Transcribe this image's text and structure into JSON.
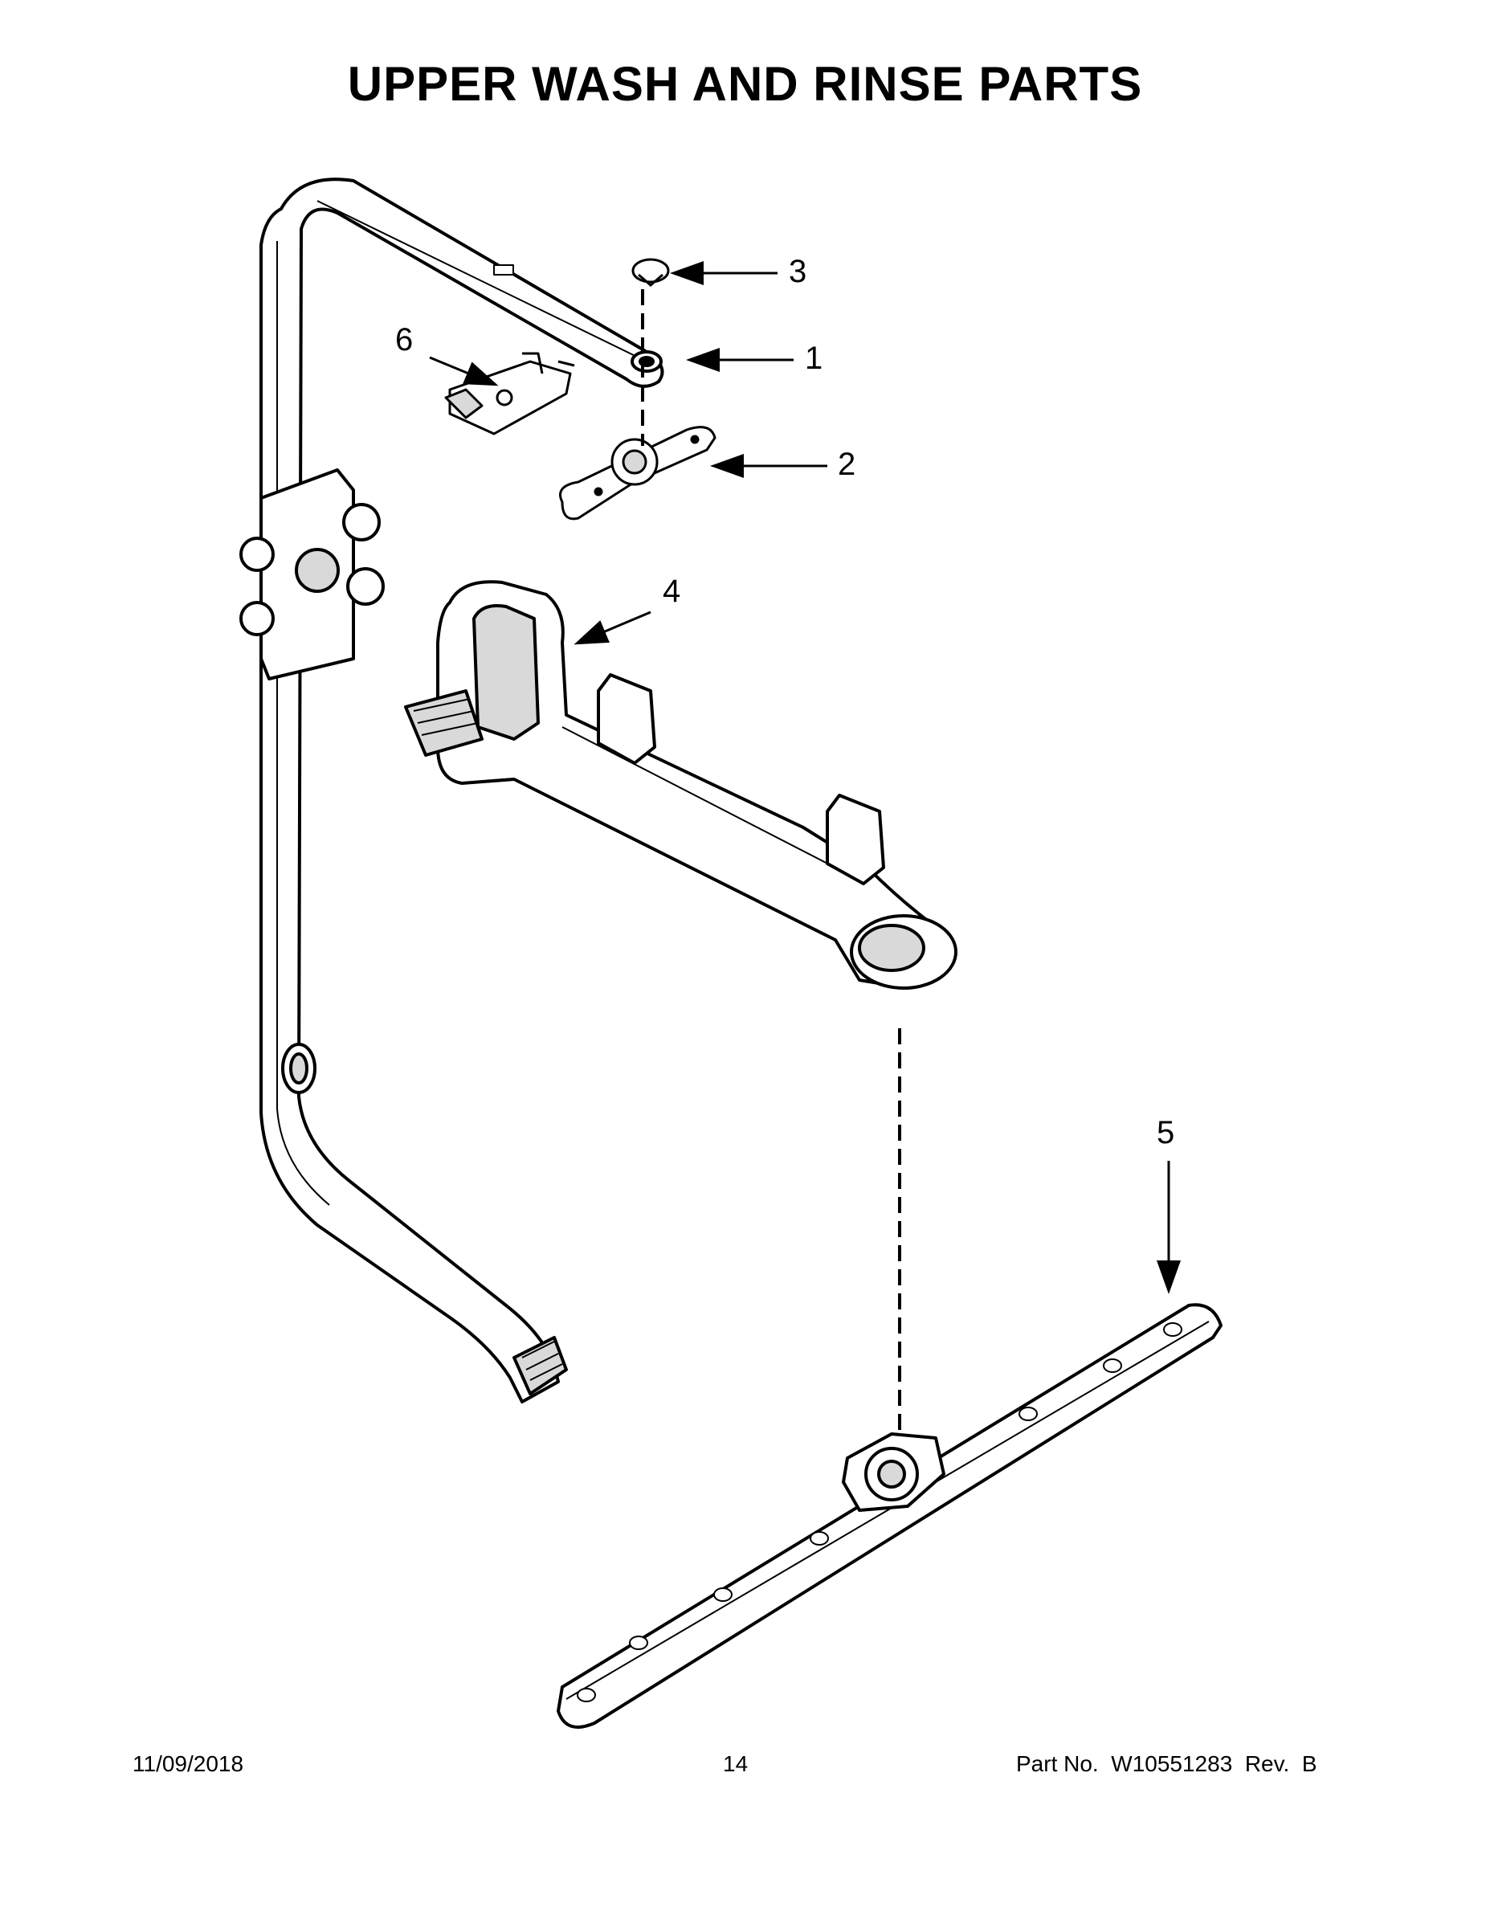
{
  "page": {
    "title": "UPPER WASH AND RINSE PARTS",
    "footer": {
      "date": "11/09/2018",
      "page_number": "14",
      "part_number": "Part No.  W10551283  Rev.  B"
    }
  },
  "callouts": [
    {
      "id": "1",
      "label": "1"
    },
    {
      "id": "2",
      "label": "2"
    },
    {
      "id": "3",
      "label": "3"
    },
    {
      "id": "4",
      "label": "4"
    },
    {
      "id": "5",
      "label": "5"
    },
    {
      "id": "6",
      "label": "6"
    }
  ],
  "colors": {
    "line": "#000000",
    "part_fill": "#ffffff",
    "shade": "#d9d9d9"
  }
}
